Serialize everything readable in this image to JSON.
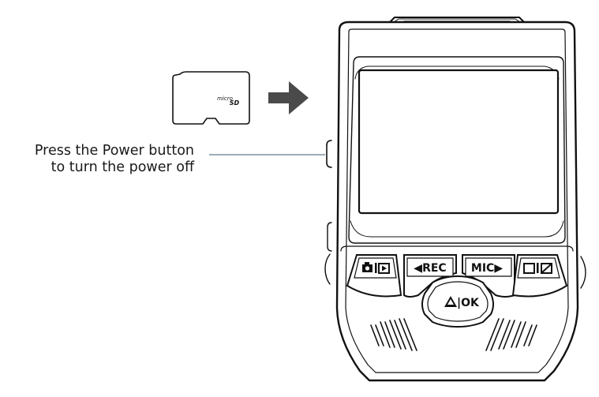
{
  "instruction": {
    "line1": "Press the Power button",
    "line2": "to turn the power off"
  },
  "sd_card": {
    "label_top": "micro",
    "label_bottom": "SD"
  },
  "buttons": {
    "mode_icons": "camera/playback",
    "rec_label": "◀REC",
    "mic_label": "MIC▶",
    "screen_icons": "screen on/off",
    "ok_label": "|OK"
  },
  "colors": {
    "line": "#111111",
    "arrow": "#4a4a4a",
    "leader": "#8fa1ac"
  },
  "icons": [
    "microsd-card-icon",
    "arrow-right-icon",
    "camera-icon",
    "play-icon",
    "warning-triangle-icon",
    "screen-off-icon"
  ]
}
